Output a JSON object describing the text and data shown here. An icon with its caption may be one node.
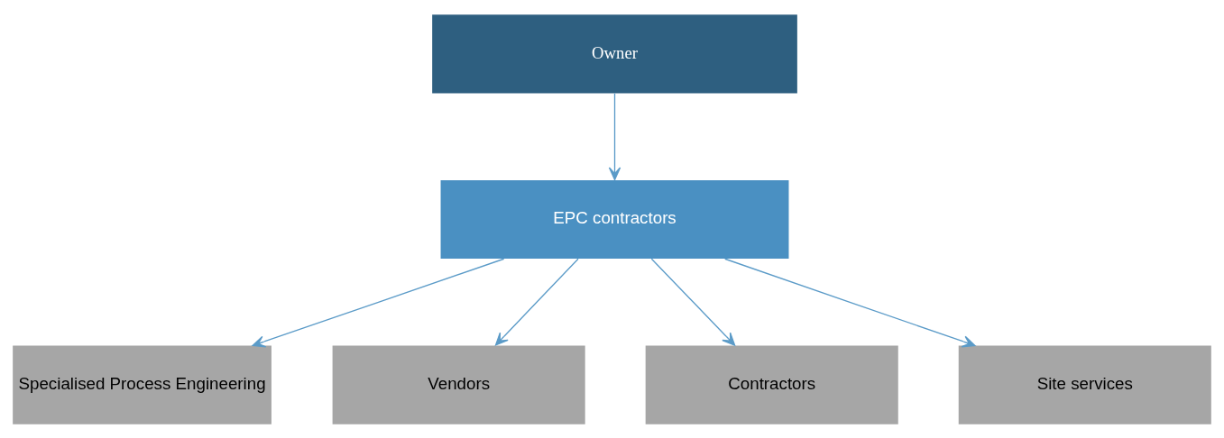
{
  "diagram": {
    "nodes": [
      {
        "text": [
          "Owner"
        ]
      },
      {
        "text": [
          "EPC contractors"
        ]
      },
      {
        "text": [
          "Specialised Process Engineering"
        ]
      },
      {
        "text": [
          "Vendors"
        ]
      },
      {
        "text": [
          "Contractors"
        ]
      },
      {
        "text": [
          "Site services"
        ]
      }
    ],
    "edges": [
      {
        "from": 0,
        "to": 1,
        "arrow": "to"
      },
      {
        "from": 1,
        "to": 2,
        "arrow": "to"
      },
      {
        "from": 1,
        "to": 3,
        "arrow": "to"
      },
      {
        "from": 1,
        "to": 4,
        "arrow": "to"
      },
      {
        "from": 1,
        "to": 5,
        "arrow": "to"
      }
    ]
  }
}
